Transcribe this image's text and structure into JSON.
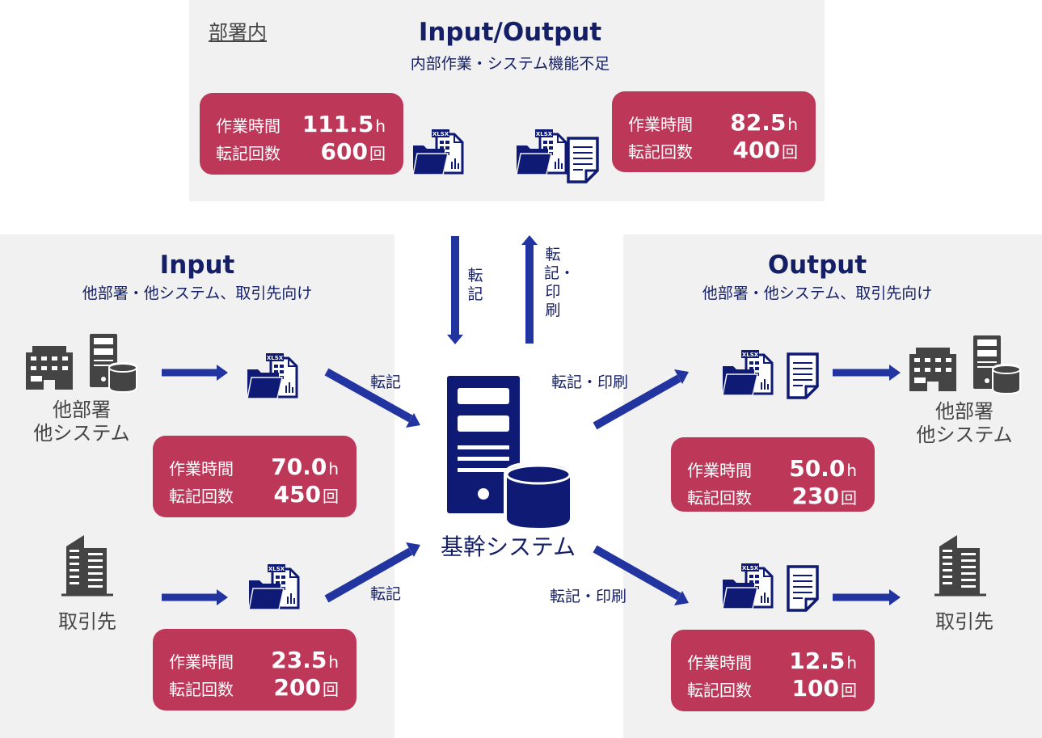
{
  "top": {
    "section_label": "部署内",
    "title": "Input/Output",
    "subtitle": "内部作業・システム機能不足",
    "card_left": {
      "time_label": "作業時間",
      "time_value": "111.5",
      "time_unit": "h",
      "count_label": "転記回数",
      "count_value": "600",
      "count_unit": "回"
    },
    "card_right": {
      "time_label": "作業時間",
      "time_value": "82.5",
      "time_unit": "h",
      "count_label": "転記回数",
      "count_value": "400",
      "count_unit": "回"
    }
  },
  "input": {
    "title": "Input",
    "subtitle": "他部署・他システム、取引先向け",
    "source1": "他部署\n他システム",
    "source2": "取引先",
    "arrow_label1": "転記",
    "arrow_label2": "転記",
    "card1": {
      "time_label": "作業時間",
      "time_value": "70.0",
      "time_unit": "h",
      "count_label": "転記回数",
      "count_value": "450",
      "count_unit": "回"
    },
    "card2": {
      "time_label": "作業時間",
      "time_value": "23.5",
      "time_unit": "h",
      "count_label": "転記回数",
      "count_value": "200",
      "count_unit": "回"
    }
  },
  "output": {
    "title": "Output",
    "subtitle": "他部署・他システム、取引先向け",
    "target1": "他部署\n他システム",
    "target2": "取引先",
    "arrow_label1": "転記・印刷",
    "arrow_label2": "転記・印刷",
    "card1": {
      "time_label": "作業時間",
      "time_value": "50.0",
      "time_unit": "h",
      "count_label": "転記回数",
      "count_value": "230",
      "count_unit": "回"
    },
    "card2": {
      "time_label": "作業時間",
      "time_value": "12.5",
      "time_unit": "h",
      "count_label": "転記回数",
      "count_value": "100",
      "count_unit": "回"
    }
  },
  "center": {
    "label": "基幹システム",
    "down_label": "転記",
    "up_label": "転記・印刷"
  },
  "icons": {
    "xlsx_badge": "XLSX"
  },
  "colors": {
    "card": "#bd3759",
    "navy": "#141f66",
    "arrow": "#2234a0",
    "gray": "#444444",
    "panel": "#f1f1f1"
  }
}
